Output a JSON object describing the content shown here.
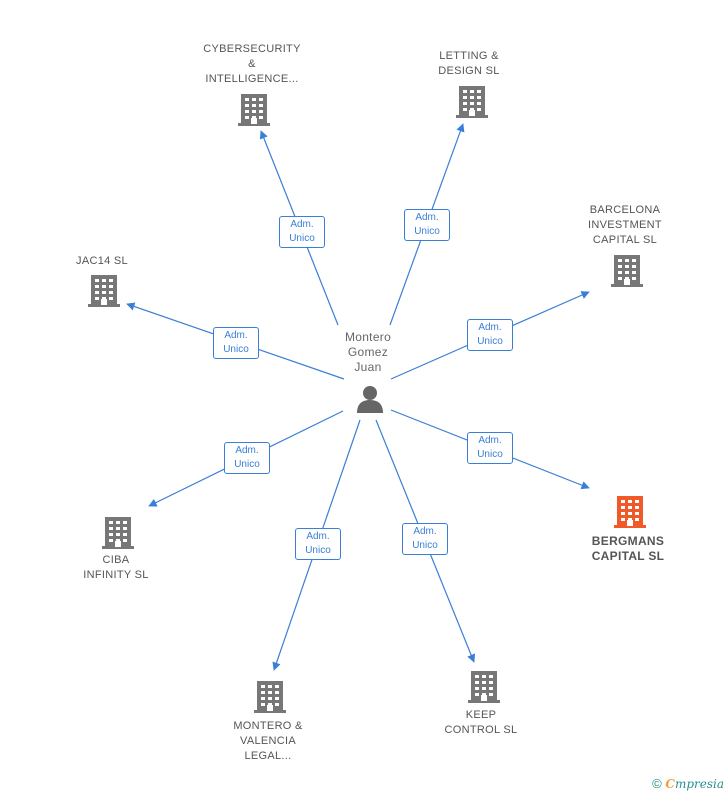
{
  "center": {
    "name": "Montero\nGomez\nJuan",
    "icon": "person-icon"
  },
  "relation_label": "Adm.\nUnico",
  "colors": {
    "edge": "#3a7fd5",
    "building": "#777777",
    "highlight": "#f05a28"
  },
  "nodes": [
    {
      "id": "cybersecurity",
      "name": "CYBERSECURITY\n&\nINTELLIGENCE...",
      "icon": "building-icon",
      "highlight": false
    },
    {
      "id": "letting",
      "name": "LETTING &\nDESIGN  SL",
      "icon": "building-icon",
      "highlight": false
    },
    {
      "id": "barcelona",
      "name": "BARCELONA\nINVESTMENT\nCAPITAL  SL",
      "icon": "building-icon",
      "highlight": false
    },
    {
      "id": "bergmans",
      "name": "BERGMANS\nCAPITAL  SL",
      "icon": "building-icon",
      "highlight": true
    },
    {
      "id": "keep",
      "name": "KEEP\nCONTROL SL",
      "icon": "building-icon",
      "highlight": false
    },
    {
      "id": "montero",
      "name": "MONTERO &\nVALENCIA\nLEGAL...",
      "icon": "building-icon",
      "highlight": false
    },
    {
      "id": "ciba",
      "name": "CIBA\nINFINITY  SL",
      "icon": "building-icon",
      "highlight": false
    },
    {
      "id": "jac14",
      "name": "JAC14  SL",
      "icon": "building-icon",
      "highlight": false
    }
  ],
  "footer": {
    "copyright": "©",
    "brand_first": "C",
    "brand_rest": "mpresia"
  }
}
